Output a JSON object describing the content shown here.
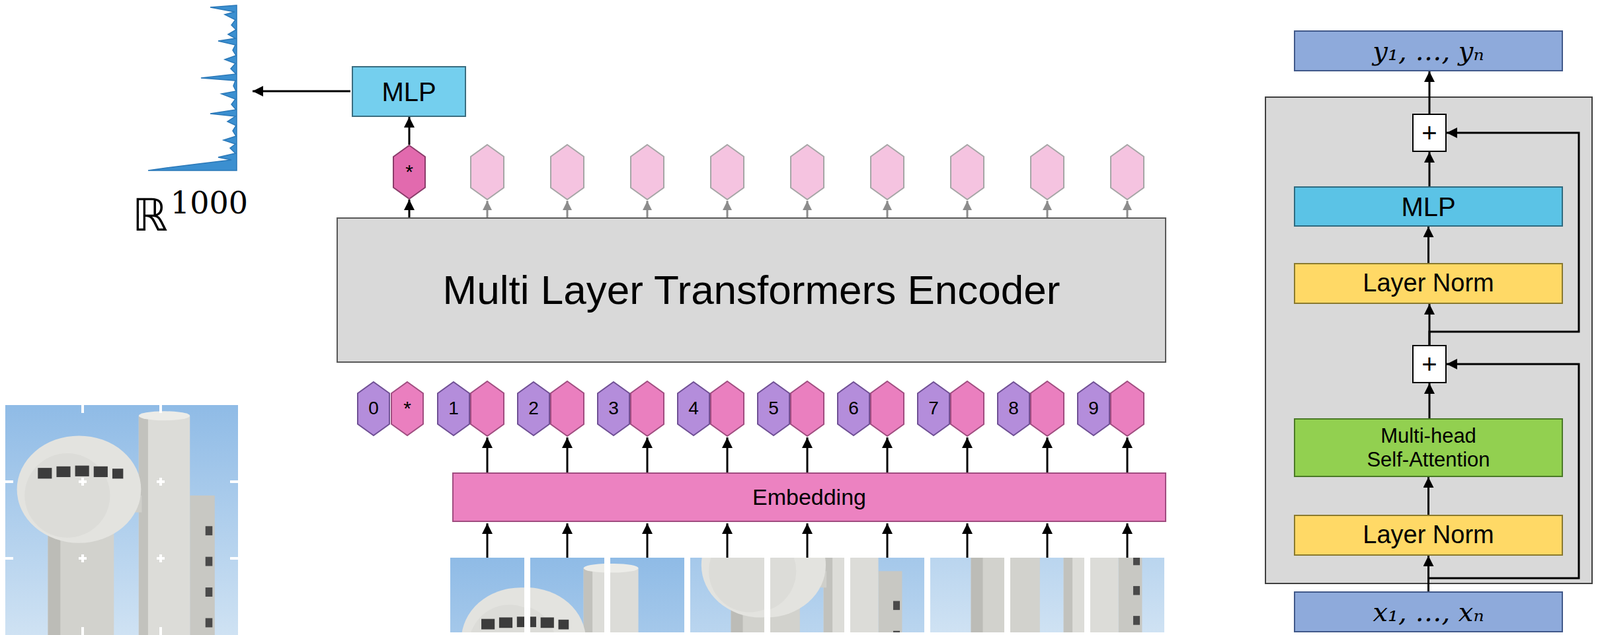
{
  "diagram": {
    "nodes": [
      {
        "text": [
          "MLP"
        ]
      },
      {
        "text": [
          "*"
        ]
      },
      {
        "text": [
          "Multi Layer Transformers Encoder"
        ]
      },
      {
        "text": [
          "0"
        ]
      },
      {
        "text": [
          "*"
        ]
      },
      {
        "text": [
          "1"
        ]
      },
      {
        "text": [
          "2"
        ]
      },
      {
        "text": [
          "3"
        ]
      },
      {
        "text": [
          "4"
        ]
      },
      {
        "text": [
          "5"
        ]
      },
      {
        "text": [
          "6"
        ]
      },
      {
        "text": [
          "7"
        ]
      },
      {
        "text": [
          "8"
        ]
      },
      {
        "text": [
          "9"
        ]
      },
      {
        "text": [
          "Embedding"
        ]
      },
      {
        "text": [
          "y₁, …, yₙ"
        ]
      },
      {
        "text": [
          "+"
        ]
      },
      {
        "text": [
          "MLP"
        ]
      },
      {
        "text": [
          "Layer Norm"
        ]
      },
      {
        "text": [
          "+"
        ]
      },
      {
        "text": [
          "Multi-head Self-Attention"
        ]
      },
      {
        "text": [
          "Layer Norm"
        ]
      },
      {
        "text": [
          "x₁, …, xₙ"
        ]
      }
    ],
    "edges": [
      {
        "from": 2,
        "to": 1,
        "arrow": "to"
      },
      {
        "from": 1,
        "to": 0,
        "arrow": "to"
      },
      {
        "from": 22,
        "to": 21,
        "arrow": "to"
      },
      {
        "from": 21,
        "to": 20,
        "arrow": "to"
      },
      {
        "from": 20,
        "to": 19,
        "arrow": "to"
      },
      {
        "from": 22,
        "to": 19,
        "arrow": "to"
      },
      {
        "from": 19,
        "to": 18,
        "arrow": "to"
      },
      {
        "from": 18,
        "to": 17,
        "arrow": "to"
      },
      {
        "from": 17,
        "to": 16,
        "arrow": "to"
      },
      {
        "from": 19,
        "to": 16,
        "arrow": "to"
      },
      {
        "from": 16,
        "to": 15,
        "arrow": "to"
      }
    ],
    "labels": [
      "ℝ",
      "1000"
    ]
  }
}
